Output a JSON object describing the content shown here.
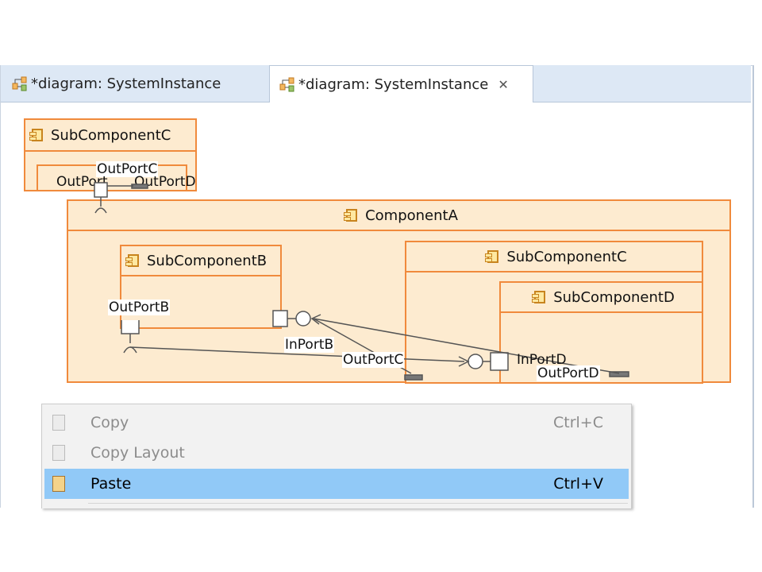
{
  "tabs": [
    {
      "label": "*diagram: SystemInstance",
      "active": false
    },
    {
      "label": "*diagram: SystemInstance",
      "active": true,
      "close_icon": "close-icon"
    }
  ],
  "diagram": {
    "top_sub_c": {
      "title": "SubComponentC",
      "inner_label": "OutPortC",
      "inner_label2": "OutPort",
      "inner_label3": "OutPortD"
    },
    "component_a": {
      "title": "ComponentA"
    },
    "sub_b": {
      "title": "SubComponentB",
      "out_port": "OutPortB",
      "in_port": "InPortB"
    },
    "sub_c": {
      "title": "SubComponentC",
      "out_port": "OutPortC"
    },
    "sub_d": {
      "title": "SubComponentD",
      "in_port": "InPortD",
      "out_port": "OutPortD"
    }
  },
  "context_menu": {
    "items": [
      {
        "label": "Copy",
        "shortcut": "Ctrl+C",
        "enabled": false
      },
      {
        "label": "Copy Layout",
        "shortcut": "",
        "enabled": false
      },
      {
        "label": "Paste",
        "shortcut": "Ctrl+V",
        "enabled": true,
        "selected": true
      }
    ]
  },
  "colors": {
    "component_fill": "#fdebd0",
    "component_border": "#f08a3c",
    "menu_highlight": "#91c9f7",
    "tab_bar": "#dde8f5"
  }
}
